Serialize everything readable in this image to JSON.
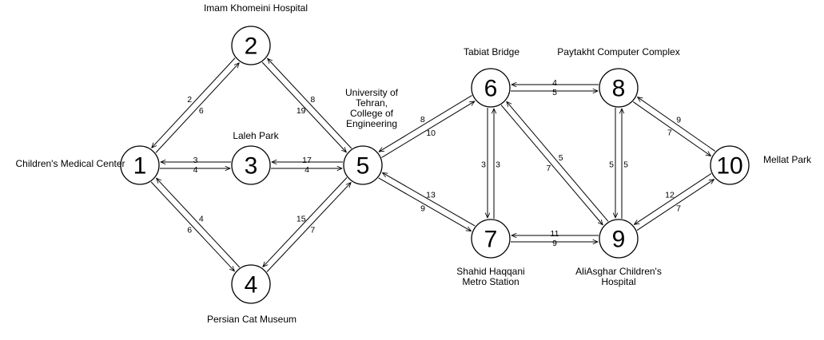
{
  "nodes": [
    {
      "id": "1",
      "label": "1",
      "place": [
        "Children's Medical Center"
      ]
    },
    {
      "id": "2",
      "label": "2",
      "place": [
        "Imam Khomeini Hospital"
      ]
    },
    {
      "id": "3",
      "label": "3",
      "place": [
        "Laleh Park"
      ]
    },
    {
      "id": "4",
      "label": "4",
      "place": [
        "Persian Cat Museum"
      ]
    },
    {
      "id": "5",
      "label": "5",
      "place": [
        "University of",
        "Tehran,",
        "College of",
        "Engineering"
      ]
    },
    {
      "id": "6",
      "label": "6",
      "place": [
        "Tabiat Bridge"
      ]
    },
    {
      "id": "7",
      "label": "7",
      "place": [
        "Shahid Haqqani",
        "Metro Station"
      ]
    },
    {
      "id": "8",
      "label": "8",
      "place": [
        "Paytakht Computer Complex"
      ]
    },
    {
      "id": "9",
      "label": "9",
      "place": [
        "AliAsghar Children's",
        "Hospital"
      ]
    },
    {
      "id": "10",
      "label": "10",
      "place": [
        "Mellat Park"
      ]
    }
  ],
  "edges": [
    {
      "from": "1",
      "to": "2",
      "weight": "6"
    },
    {
      "from": "2",
      "to": "1",
      "weight": "2"
    },
    {
      "from": "1",
      "to": "3",
      "weight": "4"
    },
    {
      "from": "3",
      "to": "1",
      "weight": "3"
    },
    {
      "from": "1",
      "to": "4",
      "weight": "6"
    },
    {
      "from": "4",
      "to": "1",
      "weight": "4"
    },
    {
      "from": "2",
      "to": "5",
      "weight": "19"
    },
    {
      "from": "5",
      "to": "2",
      "weight": "8"
    },
    {
      "from": "3",
      "to": "5",
      "weight": "4"
    },
    {
      "from": "5",
      "to": "3",
      "weight": "17"
    },
    {
      "from": "4",
      "to": "5",
      "weight": "7"
    },
    {
      "from": "5",
      "to": "4",
      "weight": "15"
    },
    {
      "from": "5",
      "to": "6",
      "weight": "10"
    },
    {
      "from": "6",
      "to": "5",
      "weight": "8"
    },
    {
      "from": "5",
      "to": "7",
      "weight": "9"
    },
    {
      "from": "7",
      "to": "5",
      "weight": "13"
    },
    {
      "from": "6",
      "to": "8",
      "weight": "5"
    },
    {
      "from": "8",
      "to": "6",
      "weight": "4"
    },
    {
      "from": "6",
      "to": "7",
      "weight": "3"
    },
    {
      "from": "7",
      "to": "6",
      "weight": "3"
    },
    {
      "from": "6",
      "to": "9",
      "weight": "7"
    },
    {
      "from": "9",
      "to": "6",
      "weight": "5"
    },
    {
      "from": "7",
      "to": "9",
      "weight": "9"
    },
    {
      "from": "9",
      "to": "7",
      "weight": "11"
    },
    {
      "from": "8",
      "to": "9",
      "weight": "5"
    },
    {
      "from": "9",
      "to": "8",
      "weight": "5"
    },
    {
      "from": "8",
      "to": "10",
      "weight": "7"
    },
    {
      "from": "10",
      "to": "8",
      "weight": "9"
    },
    {
      "from": "9",
      "to": "10",
      "weight": "7"
    },
    {
      "from": "10",
      "to": "9",
      "weight": "12"
    }
  ]
}
